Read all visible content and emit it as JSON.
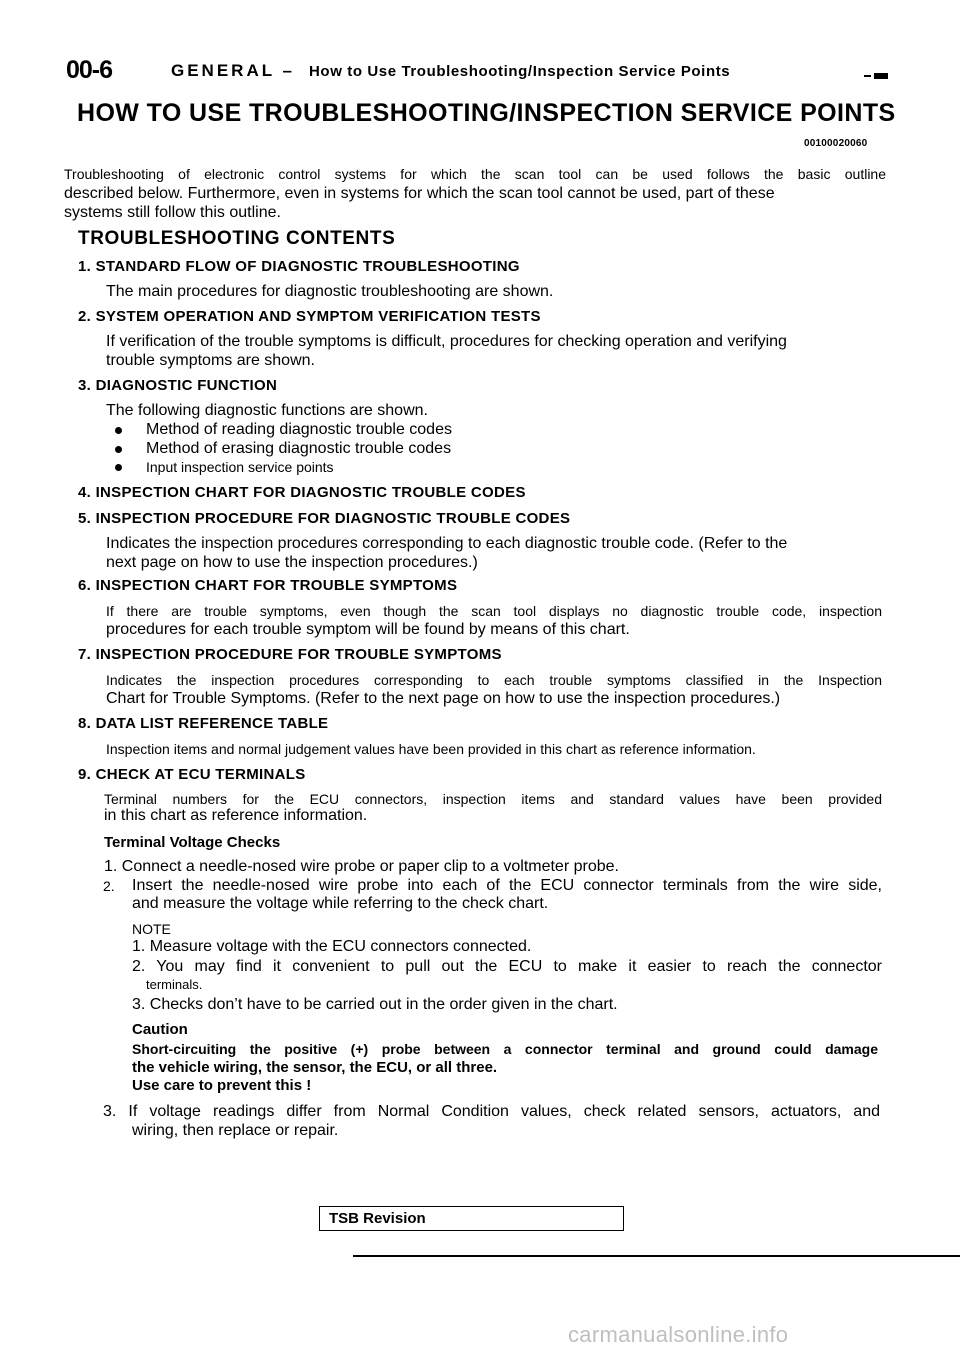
{
  "header": {
    "page_number": "00-6",
    "section": "GENERAL –",
    "subsection": "How to Use Troubleshooting/Inspection Service Points"
  },
  "title": "HOW TO USE TROUBLESHOOTING/INSPECTION SERVICE POINTS",
  "doc_code": "00100020060",
  "intro": [
    "Troubleshooting of electronic control systems for which the scan tool can be used follows the basic outline",
    "described below. Furthermore, even in systems for which the scan tool cannot be used, part of these",
    "systems still follow this outline."
  ],
  "contents_heading": "TROUBLESHOOTING CONTENTS",
  "items": [
    {
      "heading": "1. STANDARD FLOW OF DIAGNOSTIC TROUBLESHOOTING",
      "lines": [
        "The main procedures for diagnostic troubleshooting are shown."
      ]
    },
    {
      "heading": "2. SYSTEM OPERATION AND SYMPTOM VERIFICATION TESTS",
      "lines": [
        "If verification of the trouble symptoms is difficult, procedures for checking operation and verifying",
        "trouble symptoms are shown."
      ]
    },
    {
      "heading": "3. DIAGNOSTIC FUNCTION",
      "lines": [
        "The following diagnostic functions are shown."
      ],
      "bullets": [
        "Method of reading diagnostic trouble codes",
        "Method of erasing diagnostic trouble codes",
        "Input inspection service points"
      ]
    },
    {
      "heading": "4. INSPECTION CHART FOR DIAGNOSTIC TROUBLE CODES"
    },
    {
      "heading": "5. INSPECTION PROCEDURE FOR DIAGNOSTIC TROUBLE CODES",
      "lines": [
        "Indicates the inspection procedures corresponding to each diagnostic trouble code. (Refer to the",
        "next page on how to use the inspection procedures.)"
      ]
    },
    {
      "heading": "6. INSPECTION CHART FOR TROUBLE SYMPTOMS",
      "lines": [
        "If there are trouble symptoms, even though the scan tool displays no diagnostic trouble code, inspection",
        "procedures for each trouble symptom will be found by means of this chart."
      ]
    },
    {
      "heading": "7. INSPECTION PROCEDURE FOR TROUBLE SYMPTOMS",
      "lines": [
        "Indicates the inspection procedures corresponding to each trouble symptoms classified in the Inspection",
        "Chart for Trouble Symptoms. (Refer to the next page on how to use the inspection procedures.)"
      ]
    },
    {
      "heading": "8. DATA LIST REFERENCE TABLE",
      "lines": [
        "Inspection items and normal judgement values have been provided in this chart as reference information."
      ]
    },
    {
      "heading": "9. CHECK AT ECU TERMINALS",
      "lines": [
        "Terminal numbers for the ECU connectors, inspection items and standard values have been provided",
        "in this chart as reference information."
      ]
    }
  ],
  "terminal_checks": {
    "heading": "Terminal Voltage Checks",
    "steps": [
      "1. Connect a needle-nosed wire probe or paper clip to a voltmeter probe.",
      "2.",
      "Insert the needle-nosed wire probe into each of the ECU connector terminals from the wire side,",
      "and measure the voltage while referring to the check chart."
    ],
    "note_label": "NOTE",
    "notes": [
      "1. Measure voltage with the ECU connectors connected.",
      "2. You may find it convenient to pull out the ECU to make it easier to reach the connector",
      "terminals.",
      "3. Checks don’t have to be carried out in the order given in the chart."
    ],
    "caution_label": "Caution",
    "caution": [
      "Short-circuiting the positive (+) probe between a connector terminal and ground could damage",
      "the vehicle wiring, the sensor, the ECU, or all three.",
      "Use care to prevent this !"
    ],
    "final_step": [
      "3. If voltage readings differ from Normal Condition values, check related sensors, actuators, and",
      "wiring, then replace or repair."
    ]
  },
  "footer": {
    "revision_label": "TSB Revision",
    "watermark": "carmanualsonline.info"
  }
}
